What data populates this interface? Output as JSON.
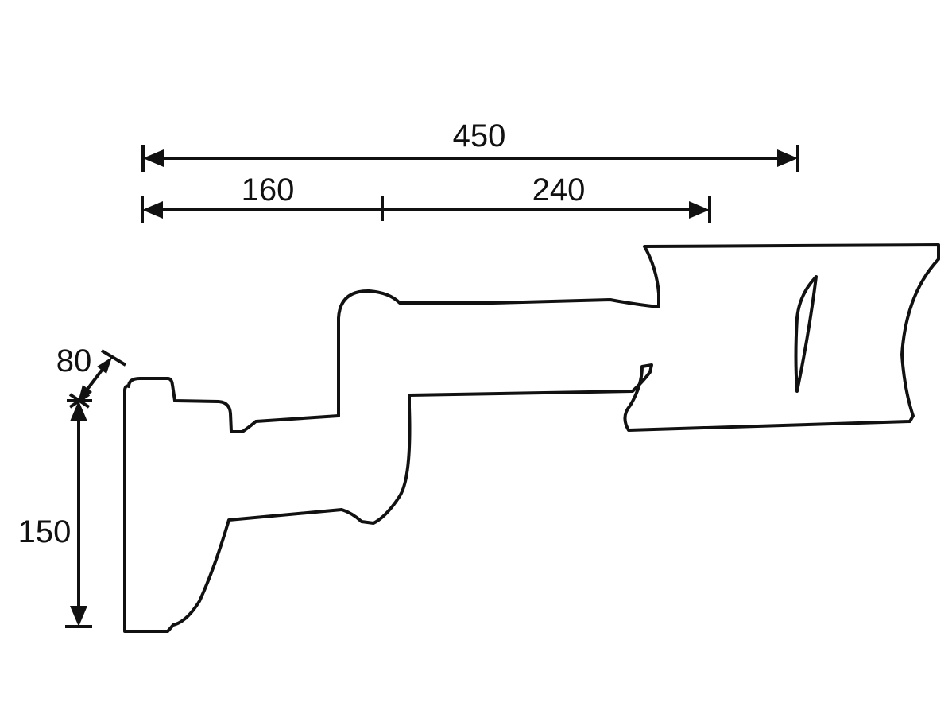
{
  "dimensions": {
    "overall_length": {
      "label": "450",
      "value": 450
    },
    "first_segment": {
      "label": "160",
      "value": 160
    },
    "second_segment": {
      "label": "240",
      "value": 240
    },
    "base_depth": {
      "label": "80",
      "value": 80
    },
    "base_height": {
      "label": "150",
      "value": 150
    }
  },
  "colors": {
    "line": "#111111",
    "background": "#ffffff"
  }
}
